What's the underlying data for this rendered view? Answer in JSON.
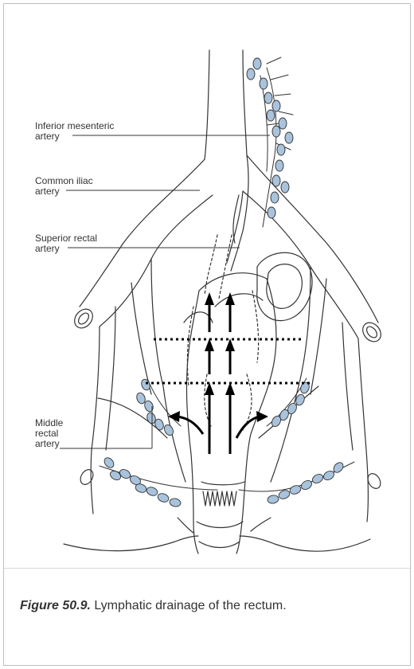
{
  "labels": {
    "inferior_mesenteric_1": "Inferior mesenteric",
    "inferior_mesenteric_2": "artery",
    "common_iliac_1": "Common iliac",
    "common_iliac_2": "artery",
    "superior_rectal_1": "Superior rectal",
    "superior_rectal_2": "artery",
    "middle_rectal_1": "Middle",
    "middle_rectal_2": "rectal",
    "middle_rectal_3": "artery"
  },
  "caption": {
    "number": "Figure 50.9.",
    "text": " Lymphatic drainage of the rectum."
  },
  "colors": {
    "lymph_node_fill": "#a9c3dc",
    "line": "#333333"
  }
}
